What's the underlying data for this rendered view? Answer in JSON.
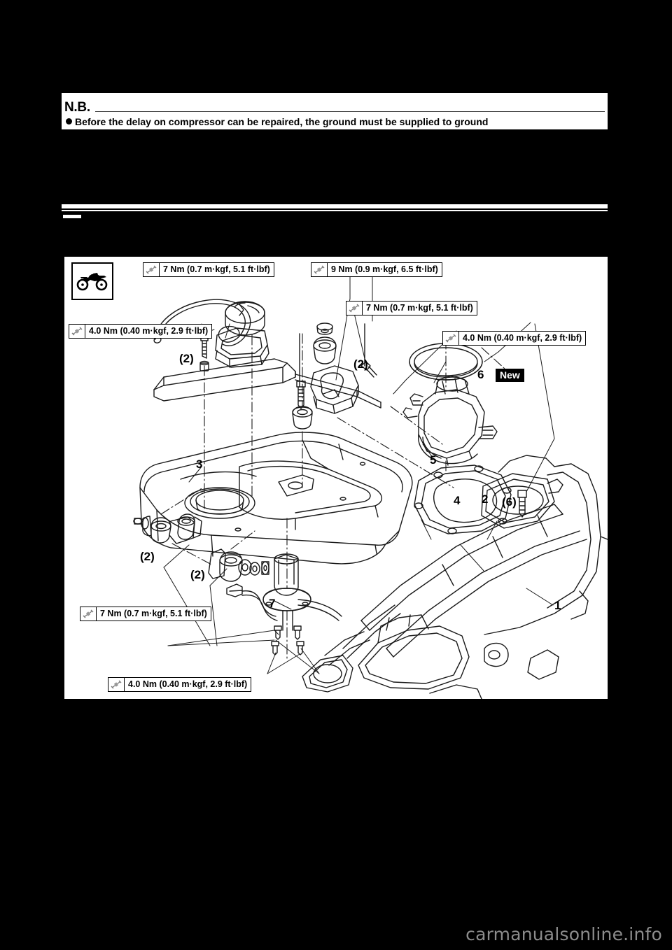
{
  "page": {
    "background_color": "#000000",
    "content_color": "#ffffff"
  },
  "note_block": {
    "heading": "N.B.",
    "body_text": "Before the delay on compressor can be repaired, the ground must be supplied to ground"
  },
  "diagram": {
    "vehicle_icon": "motorcycle-icon",
    "torque_specs": [
      {
        "id": "t1",
        "icon": "torque-wrench-icon",
        "label": "7 Nm (0.7 m·kgf, 5.1 ft·lbf)"
      },
      {
        "id": "t2",
        "icon": "torque-wrench-icon",
        "label": "9 Nm (0.9 m·kgf, 6.5 ft·lbf)"
      },
      {
        "id": "t3",
        "icon": "torque-wrench-icon",
        "label": "7 Nm (0.7 m·kgf, 5.1 ft·lbf)"
      },
      {
        "id": "t4",
        "icon": "torque-wrench-icon",
        "label": "4.0 Nm (0.40 m·kgf, 2.9 ft·lbf)"
      },
      {
        "id": "t5",
        "icon": "torque-wrench-icon",
        "label": "4.0 Nm (0.40 m·kgf, 2.9 ft·lbf)"
      },
      {
        "id": "t6",
        "icon": "torque-wrench-icon",
        "label": "7 Nm (0.7 m·kgf, 5.1 ft·lbf)"
      },
      {
        "id": "t7",
        "icon": "torque-wrench-icon",
        "label": "4.0 Nm (0.40 m·kgf, 2.9 ft·lbf)"
      }
    ],
    "part_callouts": [
      {
        "id": "c1",
        "label": "1"
      },
      {
        "id": "c2",
        "label": "2"
      },
      {
        "id": "c3",
        "label": "3"
      },
      {
        "id": "c4",
        "label": "4"
      },
      {
        "id": "c5",
        "label": "5"
      },
      {
        "id": "c6",
        "label": "6"
      },
      {
        "id": "c7",
        "label": "7"
      }
    ],
    "quantity_callouts": [
      {
        "id": "q1",
        "label": "(2)"
      },
      {
        "id": "q2",
        "label": "(2)"
      },
      {
        "id": "q3",
        "label": "(2)"
      },
      {
        "id": "q4",
        "label": "(2)"
      },
      {
        "id": "q5",
        "label": "(6)"
      }
    ],
    "badges": [
      {
        "id": "b1",
        "label": "New",
        "for_part": "6"
      }
    ]
  },
  "watermark": {
    "text": "carmanualsonline.info",
    "color": "#8c8c8c"
  }
}
